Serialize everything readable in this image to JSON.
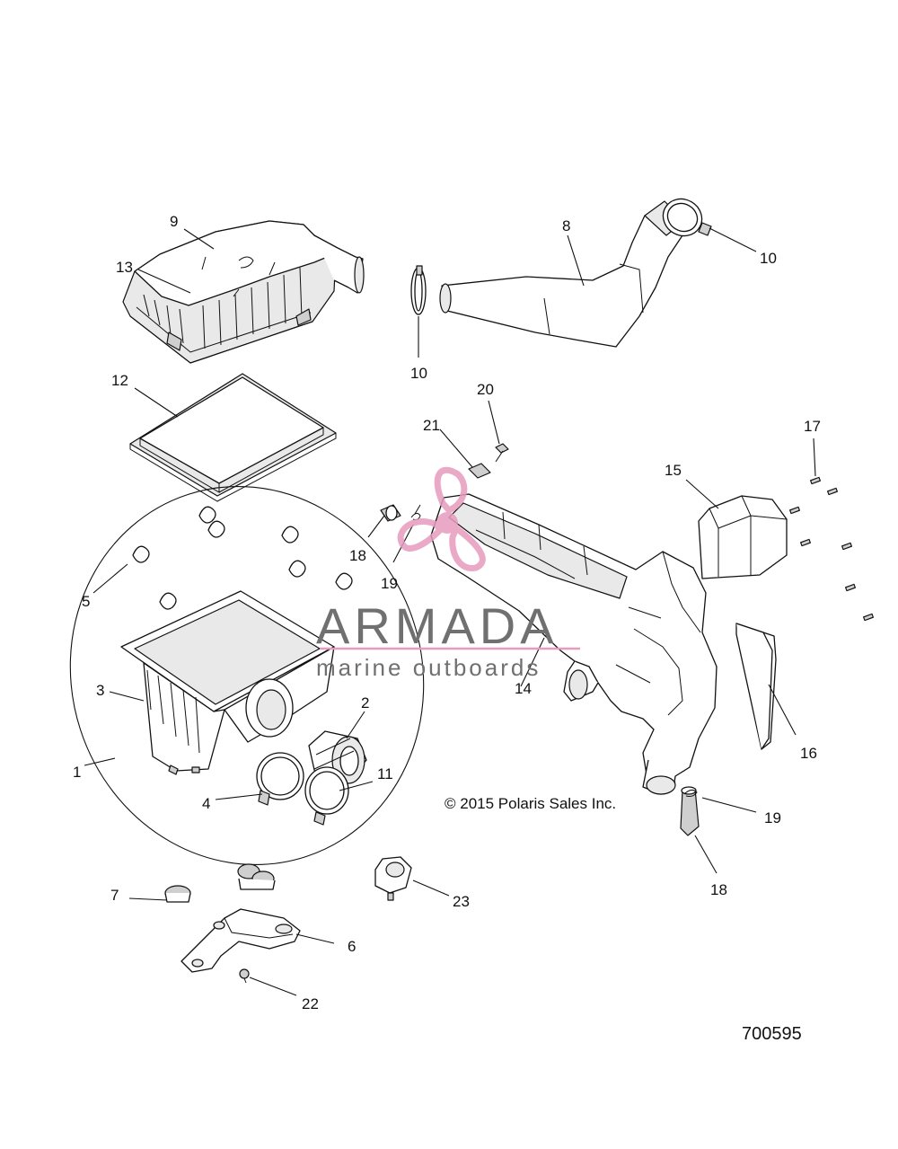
{
  "copyright": "© 2015 Polaris Sales Inc.",
  "diagram_number": "700595",
  "watermark": {
    "brand": "ARMADA",
    "tagline": "marine outboards",
    "accent_color": "#e79bbd",
    "icon": "propeller-logo-icon"
  },
  "callouts": {
    "c1": "1",
    "c2": "2",
    "c3": "3",
    "c4": "4",
    "c5": "5",
    "c6": "6",
    "c7": "7",
    "c8": "8",
    "c9": "9",
    "c10a": "10",
    "c10b": "10",
    "c11": "11",
    "c12": "12",
    "c13": "13",
    "c14": "14",
    "c15": "15",
    "c16": "16",
    "c17": "17",
    "c18a": "18",
    "c18b": "18",
    "c19a": "19",
    "c19b": "19",
    "c20": "20",
    "c21": "21",
    "c22": "22",
    "c23": "23"
  }
}
